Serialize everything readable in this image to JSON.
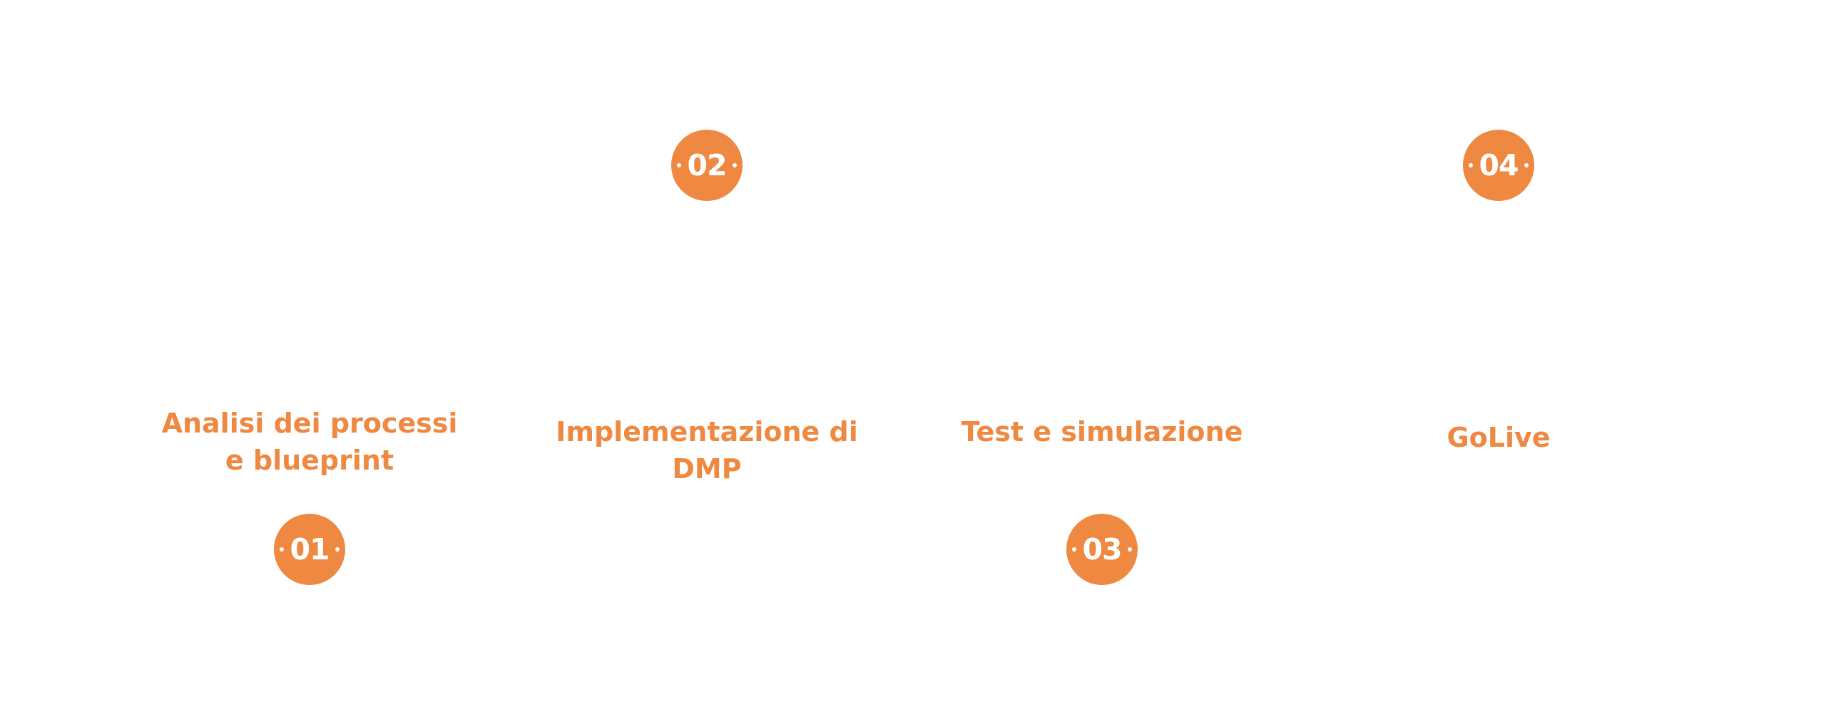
{
  "colors": {
    "accent": "#ef8841",
    "background": "#ffffff",
    "badge_text": "#ffffff"
  },
  "steps": [
    {
      "number": "01",
      "label_line1": "Analisi dei processi",
      "label_line2": "e blueprint",
      "badge_position": "bottom"
    },
    {
      "number": "02",
      "label_line1": "Implementazione di",
      "label_line2": "DMP",
      "badge_position": "top"
    },
    {
      "number": "03",
      "label_line1": "Test e simulazione",
      "label_line2": "",
      "badge_position": "bottom"
    },
    {
      "number": "04",
      "label_line1": "GoLive",
      "label_line2": "",
      "badge_position": "top"
    }
  ]
}
